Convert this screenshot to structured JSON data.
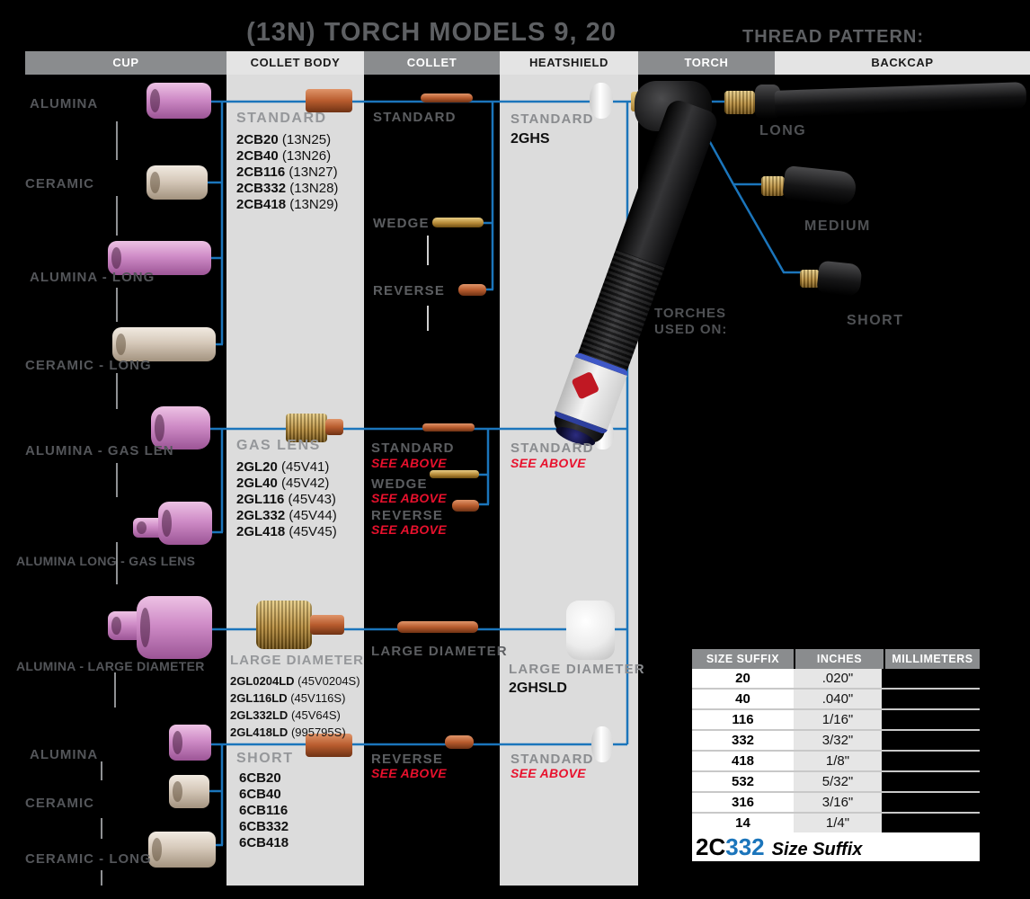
{
  "title": "(13N) TORCH MODELS 9, 20",
  "thread_pattern_label": "THREAD PATTERN:",
  "columns": {
    "cup": "CUP",
    "collet_body": "COLLET BODY",
    "collet": "COLLET",
    "heatshield": "HEATSHIELD",
    "torch": "TORCH",
    "backcap": "BACKCAP"
  },
  "cups": [
    {
      "label": "ALUMINA"
    },
    {
      "label": "CERAMIC"
    },
    {
      "label": "ALUMINA - LONG"
    },
    {
      "label": "CERAMIC - LONG"
    },
    {
      "label": "ALUMINA - GAS LEN"
    },
    {
      "label": "ALUMINA LONG - GAS LENS"
    },
    {
      "label": "ALUMINA - LARGE DIAMETER"
    },
    {
      "label": "ALUMINA"
    },
    {
      "label": "CERAMIC"
    },
    {
      "label": "CERAMIC - LONG"
    }
  ],
  "collet_body": {
    "standard": {
      "title": "STANDARD",
      "parts": [
        {
          "code": "2CB20",
          "alt": "(13N25)"
        },
        {
          "code": "2CB40",
          "alt": "(13N26)"
        },
        {
          "code": "2CB116",
          "alt": "(13N27)"
        },
        {
          "code": "2CB332",
          "alt": "(13N28)"
        },
        {
          "code": "2CB418",
          "alt": "(13N29)"
        }
      ]
    },
    "gas_lens": {
      "title": "GAS LENS",
      "parts": [
        {
          "code": "2GL20",
          "alt": "(45V41)"
        },
        {
          "code": "2GL40",
          "alt": "(45V42)"
        },
        {
          "code": "2GL116",
          "alt": "(45V43)"
        },
        {
          "code": "2GL332",
          "alt": "(45V44)"
        },
        {
          "code": "2GL418",
          "alt": "(45V45)"
        }
      ]
    },
    "large_diameter": {
      "title": "LARGE DIAMETER",
      "parts": [
        {
          "code": "2GL0204LD",
          "alt": "(45V0204S)"
        },
        {
          "code": "2GL116LD",
          "alt": "(45V116S)"
        },
        {
          "code": "2GL332LD",
          "alt": "(45V64S)"
        },
        {
          "code": "2GL418LD",
          "alt": "(995795S)"
        }
      ]
    },
    "short": {
      "title": "SHORT",
      "parts": [
        {
          "code": "6CB20"
        },
        {
          "code": "6CB40"
        },
        {
          "code": "6CB116"
        },
        {
          "code": "6CB332"
        },
        {
          "code": "6CB418"
        }
      ]
    }
  },
  "collet": {
    "row1": [
      {
        "label": "STANDARD"
      },
      {
        "label": "WEDGE"
      },
      {
        "label": "REVERSE"
      }
    ],
    "row2": [
      {
        "label": "STANDARD",
        "note": "SEE ABOVE"
      },
      {
        "label": "WEDGE",
        "note": "SEE ABOVE"
      },
      {
        "label": "REVERSE",
        "note": "SEE ABOVE"
      }
    ],
    "row3": {
      "label": "LARGE DIAMETER"
    },
    "row4": {
      "label": "REVERSE",
      "note": "SEE ABOVE"
    }
  },
  "heatshield": {
    "row1": {
      "label": "STANDARD",
      "part": "2GHS"
    },
    "row2": {
      "label": "STANDARD",
      "note": "SEE ABOVE"
    },
    "row3": {
      "label": "LARGE DIAMETER",
      "part": "2GHSLD"
    },
    "row4": {
      "label": "STANDARD",
      "note": "SEE ABOVE"
    }
  },
  "torch": {
    "used_on_line1": "TORCHES",
    "used_on_line2": "USED ON:"
  },
  "backcaps": [
    {
      "label": "LONG"
    },
    {
      "label": "MEDIUM"
    },
    {
      "label": "SHORT"
    }
  ],
  "size_table": {
    "headers": [
      "SIZE SUFFIX",
      "INCHES",
      "MILLIMETERS"
    ],
    "rows": [
      {
        "suffix": "20",
        "inches": ".020\""
      },
      {
        "suffix": "40",
        "inches": ".040\""
      },
      {
        "suffix": "116",
        "inches": "1/16\""
      },
      {
        "suffix": "332",
        "inches": "3/32\""
      },
      {
        "suffix": "418",
        "inches": "1/8\""
      },
      {
        "suffix": "532",
        "inches": "5/32\""
      },
      {
        "suffix": "316",
        "inches": "3/16\""
      },
      {
        "suffix": "14",
        "inches": "1/4\""
      }
    ]
  },
  "suffix_example": {
    "prefix": "2C",
    "suffix": "332",
    "label": "Size Suffix"
  },
  "colors": {
    "connector_blue": "#1b75bb",
    "note_red": "#e8112d",
    "band_gray": "#dcdcdc",
    "header_gray": "#8a8c8e"
  }
}
